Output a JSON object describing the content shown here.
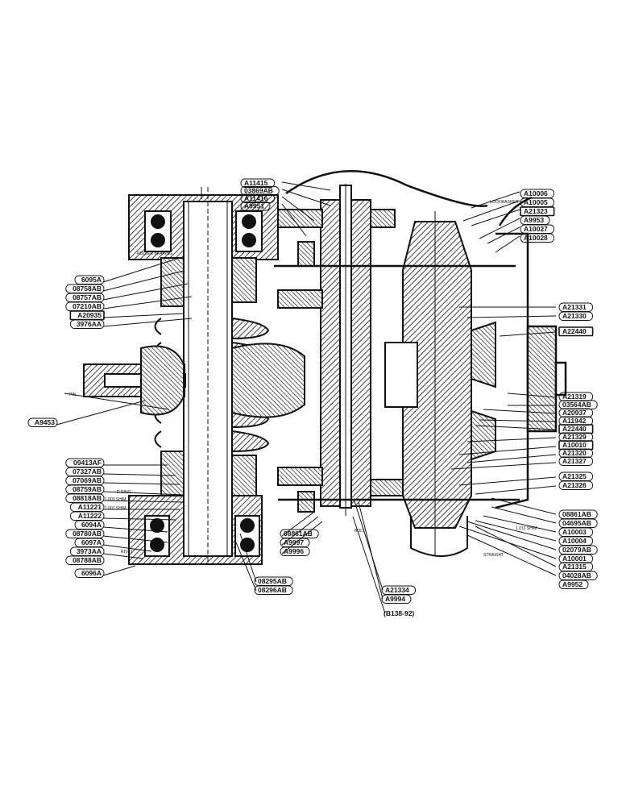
{
  "diagram": {
    "part_labels_left": [
      "6095A",
      "08758AB",
      "08757AB",
      "07210AB",
      "A20935",
      "3976AA",
      "A9453",
      "09413AF",
      "07327AB",
      "07069AB",
      "08759AB",
      "08818AB",
      "A11221",
      "A11222",
      "6094A",
      "08780AB",
      "6097A",
      "3973AA",
      "08788AB",
      "6096A"
    ],
    "part_labels_top": [
      "A11415",
      "03869AB",
      "A11416",
      "A9951"
    ],
    "part_labels_topright": [
      "A10006",
      "A10005",
      "A21323",
      "A9953",
      "A10027",
      "A10028"
    ],
    "part_labels_right": [
      "A21331",
      "A21330",
      "A22440",
      "A21319",
      "03564AB",
      "A20937",
      "A11942",
      "A22440",
      "A21329",
      "A10010",
      "A21320",
      "A21327",
      "A21325",
      "A21326",
      "08861AB",
      "04695AB",
      "A10003",
      "A10004",
      "02079AB",
      "A10001",
      "A21315",
      "04028AB",
      "A9952"
    ],
    "part_labels_bottom": [
      "08861AB",
      "A9997",
      "A9996",
      "08295AB",
      "08296AB",
      "A21334",
      "A9994"
    ],
    "reference": "(B138-92)",
    "boxed_labels": [
      "A21323",
      "A20935",
      "A22440",
      "A10010"
    ],
    "bearing_callouts": [
      "ROLLER BEARING",
      "LOCKWASHER",
      "PIN",
      "BOLT",
      "STRAIGHT",
      "D RING",
      "RIVET",
      "1.003 SHIM",
      "1.007 SHIM",
      "1.013 SHIM"
    ]
  }
}
